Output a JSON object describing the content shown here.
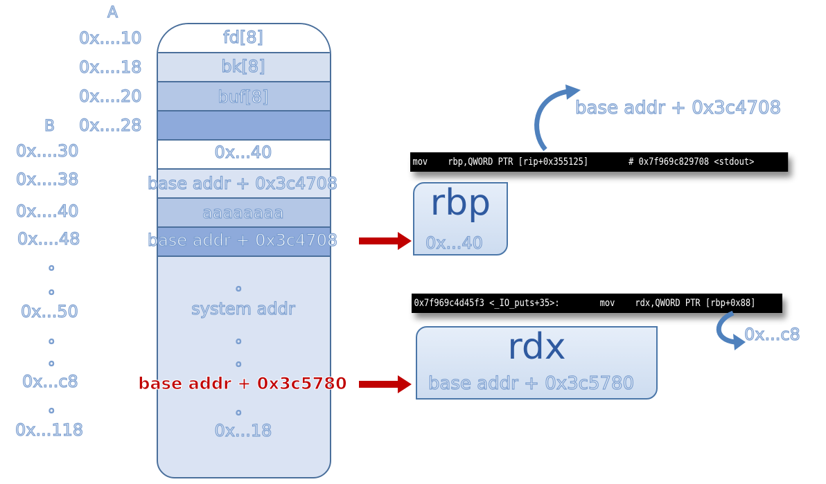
{
  "markers": {
    "a": "A",
    "b": "B"
  },
  "addresses_a": [
    "0x....10",
    "0x....18",
    "0x....20",
    "0x....28"
  ],
  "addresses_b": [
    "0x....30",
    "0x....38",
    "0x....40",
    "0x....48",
    "0x...50",
    "0x...c8",
    "0x...118"
  ],
  "dot": "。",
  "stack": {
    "cells": [
      "fd[8]",
      "bk[8]",
      "buf[8]",
      "",
      "0x...40",
      "base addr + 0x3c4708",
      "aaaaaaaa",
      "base addr + 0x3c4708"
    ],
    "system": "system addr",
    "target": "base addr + 0x3c5780",
    "tail": "0x...18"
  },
  "top_note": "base addr + 0x3c4708",
  "terminal1": {
    "op": "mov",
    "args": "rbp,QWORD PTR [rip+0x355125]",
    "comment": "# 0x7f969c829708 <stdout>"
  },
  "rbp_box": {
    "name": "rbp",
    "value": "0x...40"
  },
  "terminal2": {
    "addr": "0x7f969c4d45f3 <_IO_puts+35>:",
    "op": "mov",
    "args": "rdx,QWORD PTR [rbp+0x88]"
  },
  "rdx_box": {
    "name": "rdx",
    "value": "base addr + 0x3c5780"
  },
  "offset_note": "0x...c8",
  "colors": {
    "outline": "#7c9fd0",
    "stack_border": "#4a6f9b",
    "highlight": "#c00000",
    "arrow": "#c00000",
    "curve": "#4f81bd"
  }
}
